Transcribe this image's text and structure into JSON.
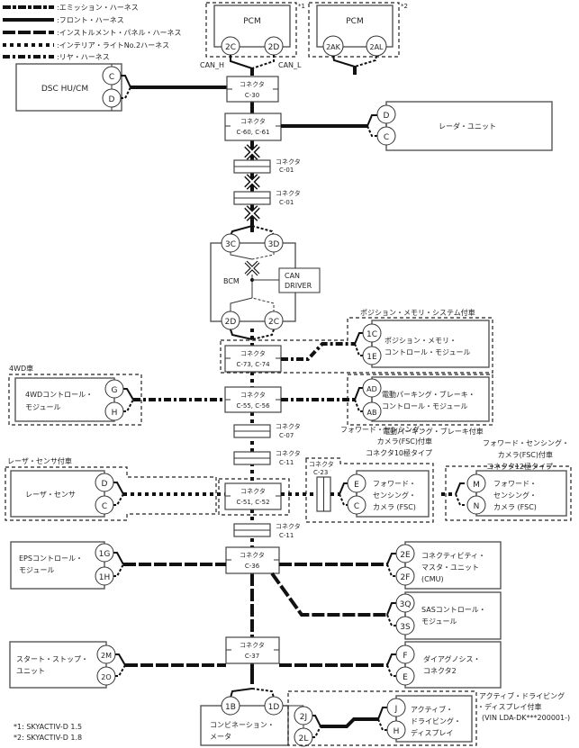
{
  "legend": [
    {
      "style": "emission",
      "label": ":エミッション・ハーネス"
    },
    {
      "style": "front",
      "label": ":フロント・ハーネス"
    },
    {
      "style": "instrument",
      "label": ":インストルメント・パネル・ハーネス"
    },
    {
      "style": "interior",
      "label": ":インテリア・ライトNo.2ハーネス"
    },
    {
      "style": "rear",
      "label": ":リヤ・ハーネス"
    }
  ],
  "pcm1": {
    "name": "PCM",
    "note": "*1",
    "pins": [
      "2C",
      "2D"
    ],
    "can_h": "CAN_H",
    "can_l": "CAN_L"
  },
  "pcm2": {
    "name": "PCM",
    "note": "*2",
    "pins": [
      "2AK",
      "2AL"
    ]
  },
  "dsc": {
    "name": "DSC HU/CM",
    "pins": [
      "C",
      "D"
    ]
  },
  "radar": {
    "name": "レーダ・ユニット",
    "pins": [
      "D",
      "C"
    ]
  },
  "connectors": {
    "c30": {
      "title": "コネクタ",
      "id": "C-30"
    },
    "c60": {
      "title": "コネクタ",
      "id": "C-60, C-61"
    },
    "c01a": {
      "title": "コネクタ",
      "id": "C-01"
    },
    "c01b": {
      "title": "コネクタ",
      "id": "C-01"
    },
    "c73": {
      "title": "コネクタ",
      "id": "C-73, C-74"
    },
    "c55": {
      "title": "コネクタ",
      "id": "C-55, C-56"
    },
    "c07": {
      "title": "コネクタ",
      "id": "C-07"
    },
    "c11a": {
      "title": "コネクタ",
      "id": "C-11"
    },
    "c51": {
      "title": "コネクタ",
      "id": "C-51, C-52"
    },
    "c23": {
      "title": "コネクタ",
      "id": "C-23"
    },
    "c11b": {
      "title": "コネクタ",
      "id": "C-11"
    },
    "c36": {
      "title": "コネクタ",
      "id": "C-36"
    },
    "c37": {
      "title": "コネクタ",
      "id": "C-37"
    }
  },
  "bcm": {
    "name": "BCM",
    "pins_top": [
      "3C",
      "3D"
    ],
    "pins_bottom": [
      "2D",
      "2C"
    ],
    "driver": [
      "CAN",
      "DRIVER"
    ]
  },
  "pos_memory": {
    "option": "ポジション・メモリ・システム付車",
    "lines": [
      "ポジション・メモリ・",
      "コントロール・モジュール"
    ],
    "pins": [
      "1C",
      "1E"
    ]
  },
  "epb": {
    "lines": [
      "電動パーキング・ブレーキ・",
      "コントロール・モジュール"
    ],
    "pins": [
      "AD",
      "AB"
    ],
    "option": "電動パーキング・ブレーキ付車"
  },
  "fwd4": {
    "option": "4WD車",
    "lines": [
      "4WDコントロール・",
      "モジュール"
    ],
    "pins": [
      "G",
      "H"
    ]
  },
  "laser": {
    "option": "レーザ・センサ付車",
    "name": "レーザ・センサ",
    "pins": [
      "D",
      "C"
    ]
  },
  "fsc10": {
    "option": [
      "フォワード・センシング・",
      "カメラ(FSC)付車",
      "コネクタ10極タイプ"
    ],
    "lines": [
      "フォワード・",
      "センシング・",
      "カメラ (FSC)"
    ],
    "pins": [
      "E",
      "C"
    ]
  },
  "fsc12": {
    "option": [
      "フォワード・センシング・",
      "カメラ(FSC)付車",
      "コネクタ12極タイプ"
    ],
    "lines": [
      "フォワード・",
      "センシング・",
      "カメラ (FSC)"
    ],
    "pins": [
      "M",
      "N"
    ]
  },
  "eps": {
    "lines": [
      "EPSコントロール・",
      "モジュール"
    ],
    "pins": [
      "1G",
      "1H"
    ]
  },
  "cmu": {
    "lines": [
      "コネクティビティ・",
      "マスタ・ユニット",
      "(CMU)"
    ],
    "pins": [
      "2E",
      "2F"
    ]
  },
  "sas": {
    "lines": [
      "SASコントロール・",
      "モジュール"
    ],
    "pins": [
      "3Q",
      "3S"
    ]
  },
  "start_stop": {
    "lines": [
      "スタート・ストップ・",
      "ユニット"
    ],
    "pins": [
      "2M",
      "2O"
    ]
  },
  "diag": {
    "lines": [
      "ダイアグノシス・",
      "コネクタ2"
    ],
    "pins": [
      "F",
      "E"
    ]
  },
  "meter": {
    "lines": [
      "コンビネーション・",
      "メータ"
    ],
    "pins": [
      "1B",
      "1D",
      "2J",
      "2L"
    ]
  },
  "ads": {
    "option": [
      "アクティブ・ドライビング",
      "・ディスプレイ付車",
      "(VIN LDA-DK***200001-)"
    ],
    "lines": [
      "アクティブ・",
      "ドライビング・",
      "ディスプレイ"
    ],
    "pins": [
      "J",
      "H"
    ]
  },
  "footnotes": [
    "*1: SKYACTIV-D 1.5",
    "*2: SKYACTIV-D 1.8"
  ]
}
